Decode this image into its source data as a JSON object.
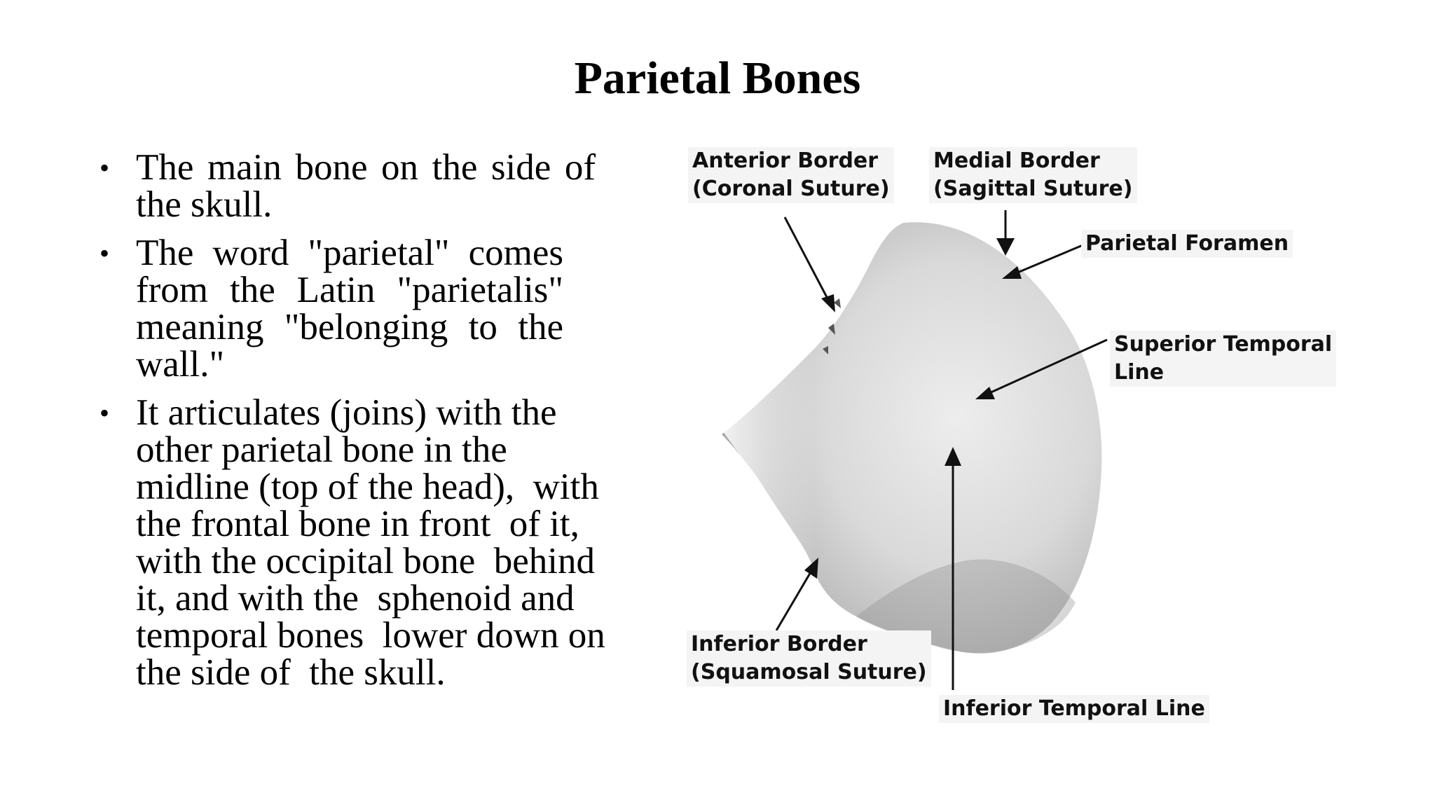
{
  "slide": {
    "title": "Parietal Bones",
    "bullets": [
      {
        "lines": [
          "The main bone on the side of",
          "the skull."
        ]
      },
      {
        "lines": [
          "The word \"parietal\" comes",
          "from the Latin \"parietalis\"",
          "meaning \"belonging to the",
          "wall.\""
        ]
      },
      {
        "lines": [
          "It articulates (joins) with the",
          "other parietal bone in the",
          "midline (top of the head),  with",
          "the frontal bone in front  of it,",
          "with the occipital bone  behind",
          "it, and with the  sphenoid and",
          "temporal bones  lower down on",
          "the side of  the skull."
        ]
      }
    ],
    "bullet_glyph": "•"
  },
  "diagram": {
    "labels": {
      "anterior_border": "Anterior Border\n(Coronal Suture)",
      "medial_border": "Medial Border\n(Sagittal Suture)",
      "parietal_foramen": "Parietal Foramen",
      "superior_temporal_line": "Superior Temporal\nLine",
      "inferior_border": "Inferior Border\n(Squamosal Suture)",
      "inferior_temporal_line": "Inferior Temporal Line"
    }
  }
}
